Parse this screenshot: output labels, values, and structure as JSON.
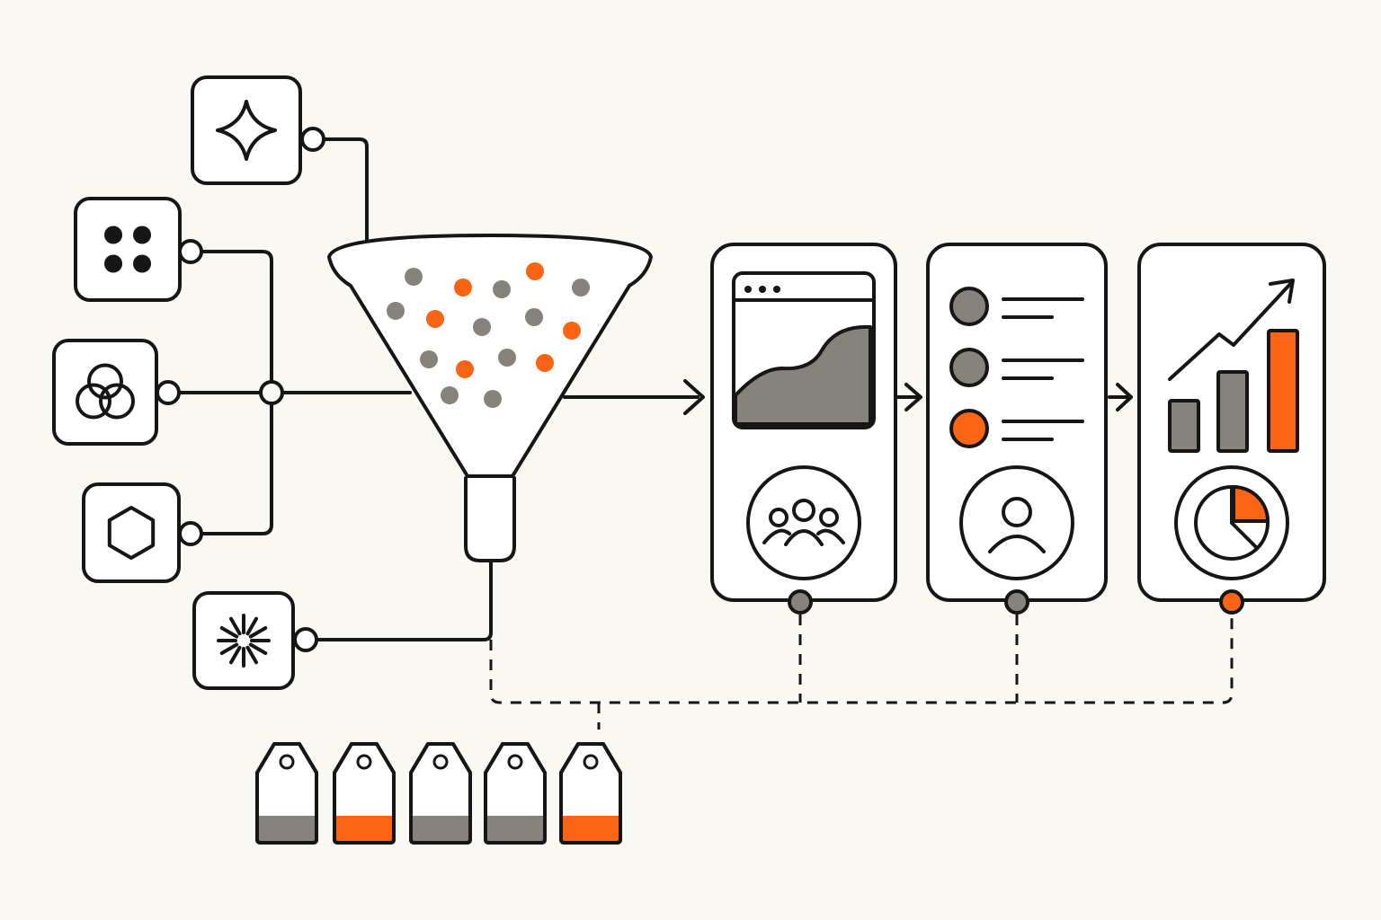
{
  "colors": {
    "background": "#faf8f2",
    "stroke": "#161616",
    "accent": "#fa6414",
    "neutral": "#86827c",
    "white": "#ffffff"
  },
  "input_sources": [
    {
      "name": "source-sparkle",
      "icon": "sparkle-icon"
    },
    {
      "name": "source-dots",
      "icon": "four-dots-icon"
    },
    {
      "name": "source-venn",
      "icon": "venn-circles-icon"
    },
    {
      "name": "source-hexagon",
      "icon": "hexagon-icon"
    },
    {
      "name": "source-burst",
      "icon": "burst-icon"
    }
  ],
  "funnel": {
    "icon": "funnel-icon",
    "particles": [
      "neutral",
      "accent",
      "neutral",
      "accent",
      "neutral",
      "neutral",
      "accent",
      "neutral",
      "neutral",
      "accent",
      "neutral",
      "accent",
      "neutral",
      "accent",
      "neutral",
      "neutral"
    ]
  },
  "stages": [
    {
      "name": "stage-dashboard",
      "top": "area-chart-window-icon",
      "bottom": "group-users-icon",
      "status": "neutral"
    },
    {
      "name": "stage-list",
      "top": "list-items-icon",
      "rows": [
        "neutral",
        "neutral",
        "accent"
      ],
      "bottom": "single-user-icon",
      "status": "neutral"
    },
    {
      "name": "stage-analytics",
      "top": "bar-chart-trend-icon",
      "bars": [
        "neutral",
        "neutral",
        "accent"
      ],
      "bottom": "pie-chart-icon",
      "status": "accent"
    }
  ],
  "tags": [
    "neutral",
    "accent",
    "neutral",
    "neutral",
    "accent"
  ]
}
